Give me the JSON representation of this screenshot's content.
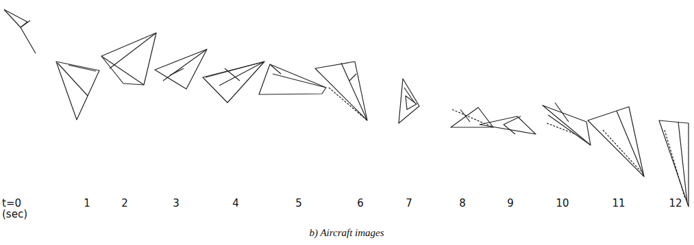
{
  "diagram": {
    "caption": "b) Aircraft images",
    "labels": [
      "t=0",
      "(sec)",
      "1",
      "2",
      "3",
      "4",
      "5",
      "6",
      "7",
      "8",
      "9",
      "10",
      "11",
      "12"
    ]
  }
}
